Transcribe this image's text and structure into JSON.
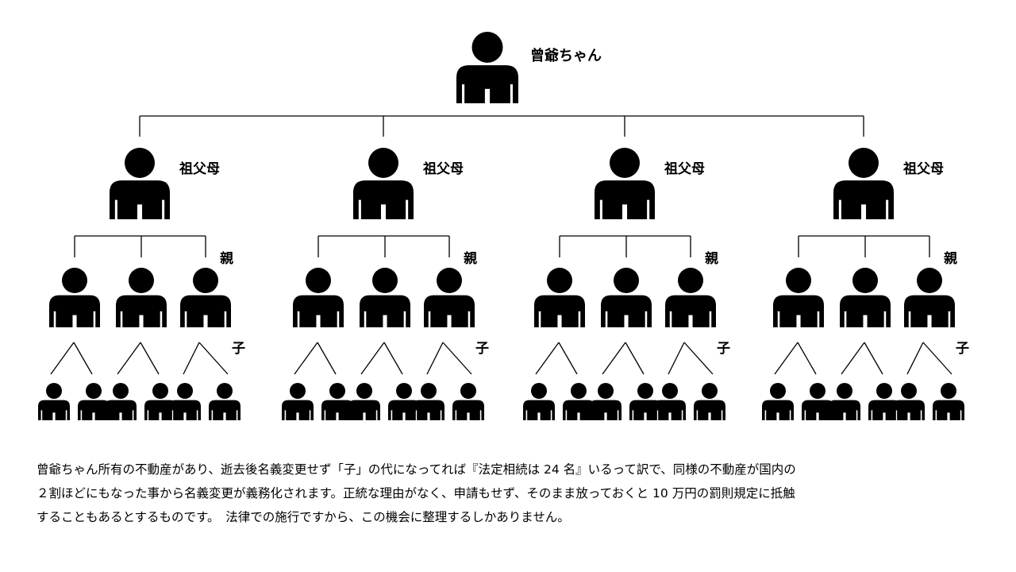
{
  "labels": {
    "great_grandparent": "曾爺ちゃん",
    "grandparent": "祖父母",
    "parent": "親",
    "child": "子"
  },
  "tree": {
    "grandparent_count": 4,
    "parents_per_grandparent": 3,
    "children_per_parent": 2
  },
  "colors": {
    "figure": "#000000",
    "line": "#000000"
  },
  "icon": "person-silhouette-icon",
  "description": {
    "line1": "曾爺ちゃん所有の不動産があり、逝去後名義変更せず「子」の代になってれば『法定相続は 24 名』いるって訳で、同様の不動産が国内の",
    "line2": "２割ほどにもなった事から名義変更が義務化されます。正統な理由がなく、申請もせず、そのまま放っておくと 10 万円の罰則規定に抵触",
    "line3": "することもあるとするものです。　法律での施行ですから、この機会に整理するしかありません。"
  }
}
